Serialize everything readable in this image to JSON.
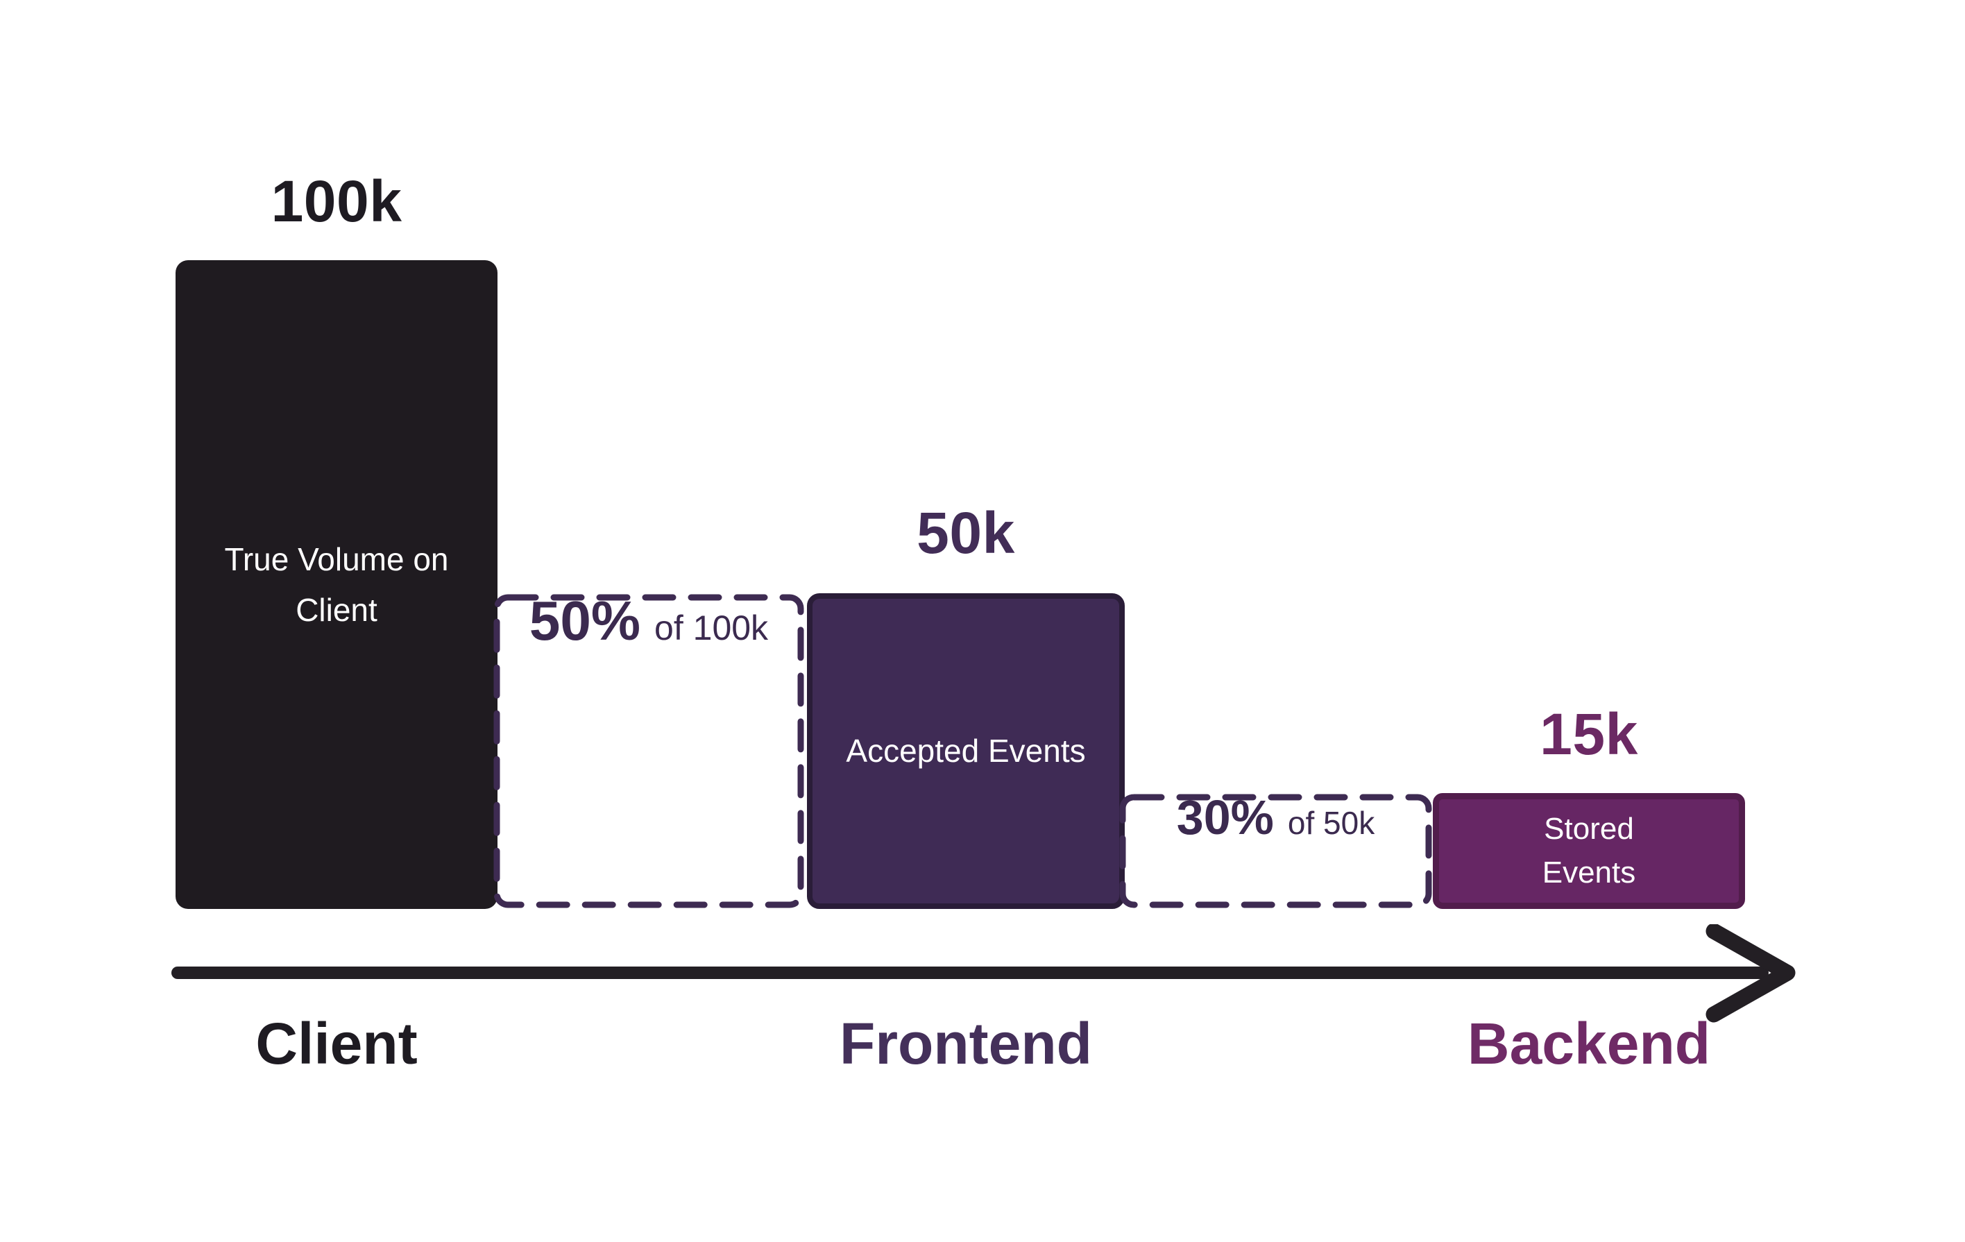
{
  "stages": [
    {
      "value_label": "100k",
      "bar_label": "True Volume on\nClient",
      "axis_label": "Client"
    },
    {
      "value_label": "50k",
      "bar_label": "Accepted Events",
      "axis_label": "Frontend"
    },
    {
      "value_label": "15k",
      "bar_label": "Stored\nEvents",
      "axis_label": "Backend"
    }
  ],
  "losses": [
    {
      "percent": "50%",
      "of": "of 100k"
    },
    {
      "percent": "30%",
      "of": "of 50k"
    }
  ],
  "colors": {
    "background": "#ffffff",
    "client_bar": "#1f1b20",
    "accepted_bar_fill": "#3f2b55",
    "accepted_bar_border": "#2a1d38",
    "stored_bar_fill": "#662664",
    "stored_bar_border": "#521d4c",
    "dashed_border": "#3e2b52",
    "percent_text": "#3b2a4f",
    "value_100k": "#1e1b22",
    "value_50k": "#422d57",
    "value_15k": "#6b2963",
    "label_client": "#1e1b22",
    "label_frontend": "#44305a",
    "label_backend": "#6f2b66",
    "arrow": "#231f24",
    "bar_text": "#ffffff"
  },
  "chart_data": {
    "type": "bar",
    "categories": [
      "Client",
      "Frontend",
      "Backend"
    ],
    "values": [
      100000,
      50000,
      15000
    ],
    "value_labels": [
      "100k",
      "50k",
      "15k"
    ],
    "bar_labels": [
      "True Volume on Client",
      "Accepted Events",
      "Stored Events"
    ],
    "annotations": [
      "50% of 100k",
      "30% of 50k"
    ],
    "title": "",
    "xlabel": "",
    "ylabel": "",
    "legend": false,
    "grid": false
  }
}
